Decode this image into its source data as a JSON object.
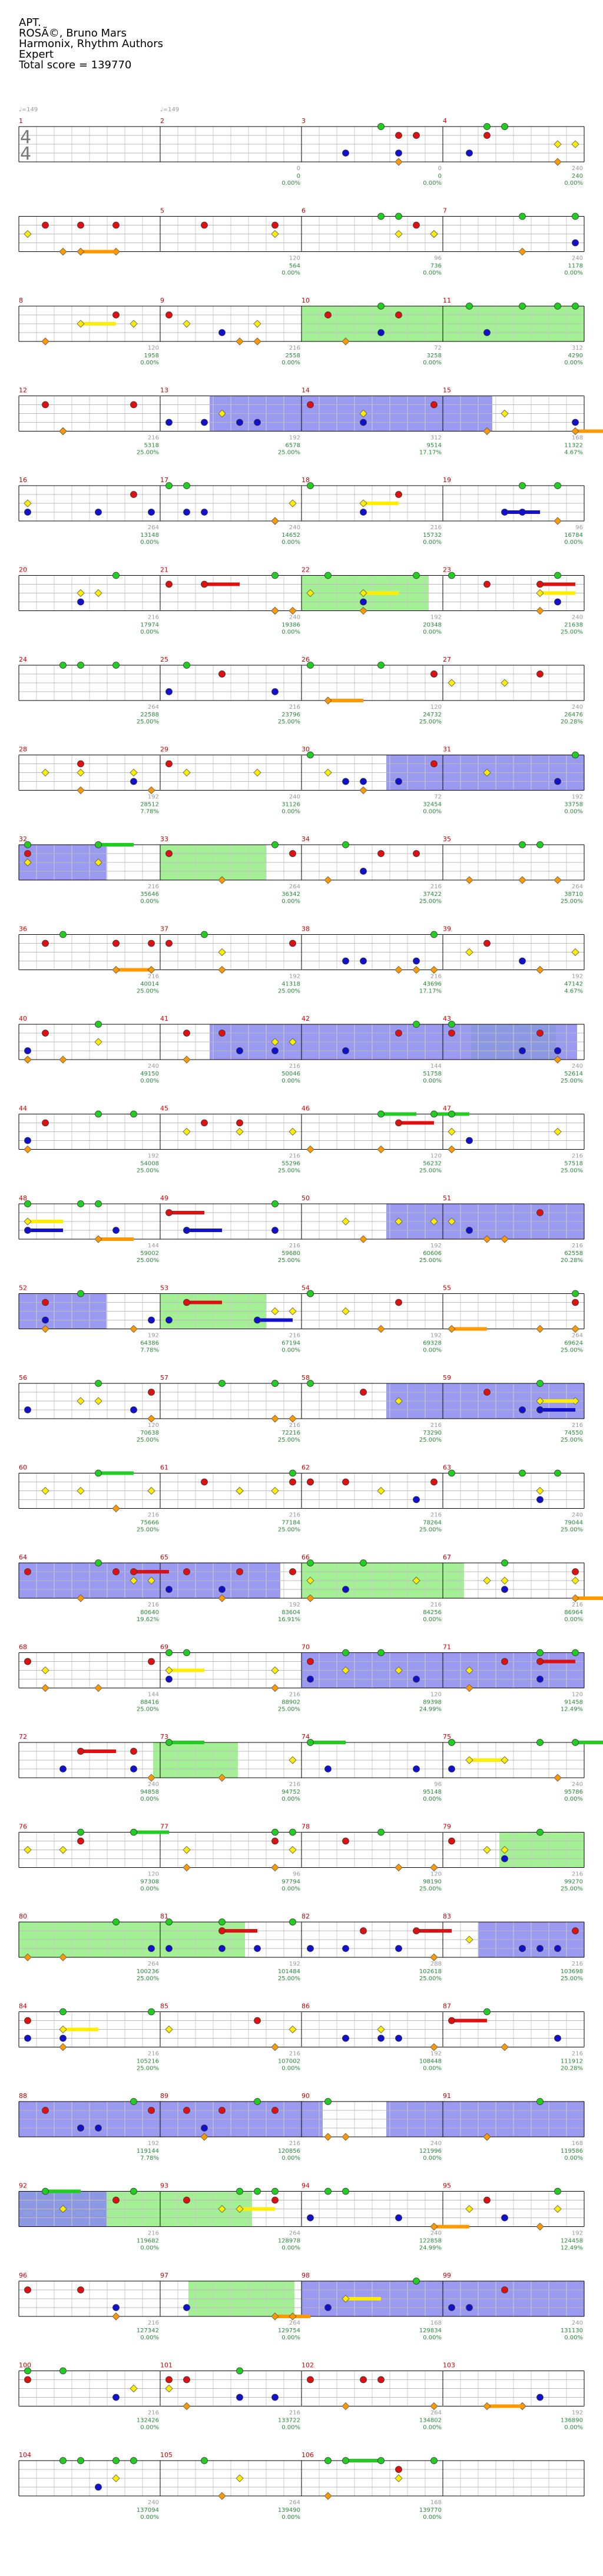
{
  "song": {
    "title": "APT.",
    "artist": "ROSÃ©, Bruno Mars",
    "charter": "Harmonix, Rhythm Authors",
    "difficulty": "Expert",
    "total_score_label": "Total score = 139770"
  },
  "tempo_marks": [
    "♩=149",
    "♩=149"
  ],
  "time_signature": {
    "numerator": "4",
    "denominator": "4"
  },
  "measures": [
    {
      "n": "1",
      "ticks": "",
      "score": "",
      "pct": ""
    },
    {
      "n": "2",
      "ticks": "0",
      "score": "0",
      "pct": "0.00%"
    },
    {
      "n": "3",
      "ticks": "0",
      "score": "0",
      "pct": "0.00%"
    },
    {
      "n": "4",
      "ticks": "240",
      "score": "240",
      "pct": "0.00%"
    },
    {
      "n": "",
      "ticks": "",
      "score": "",
      "pct": ""
    },
    {
      "n": "5",
      "ticks": "120",
      "score": "564",
      "pct": "0.00%"
    },
    {
      "n": "6",
      "ticks": "96",
      "score": "736",
      "pct": "0.00%"
    },
    {
      "n": "7",
      "ticks": "240",
      "score": "1178",
      "pct": "0.00%"
    },
    {
      "n": "8",
      "ticks": "120",
      "score": "1958",
      "pct": "0.00%"
    },
    {
      "n": "9",
      "ticks": "216",
      "score": "2558",
      "pct": "0.00%"
    },
    {
      "n": "10",
      "ticks": "72",
      "score": "3258",
      "pct": "0.00%"
    },
    {
      "n": "11",
      "ticks": "312",
      "score": "4290",
      "pct": "0.00%"
    },
    {
      "n": "12",
      "ticks": "216",
      "score": "5318",
      "pct": "25.00%"
    },
    {
      "n": "13",
      "ticks": "192",
      "score": "6578",
      "pct": "25.00%"
    },
    {
      "n": "14",
      "ticks": "312",
      "score": "9514",
      "pct": "17.17%"
    },
    {
      "n": "15",
      "ticks": "168",
      "score": "11322",
      "pct": "4.67%"
    },
    {
      "n": "16",
      "ticks": "264",
      "score": "13148",
      "pct": "0.00%"
    },
    {
      "n": "17",
      "ticks": "240",
      "score": "14652",
      "pct": "0.00%"
    },
    {
      "n": "18",
      "ticks": "216",
      "score": "15732",
      "pct": "0.00%"
    },
    {
      "n": "19",
      "ticks": "96",
      "score": "16784",
      "pct": "0.00%"
    },
    {
      "n": "20",
      "ticks": "216",
      "score": "17974",
      "pct": "0.00%"
    },
    {
      "n": "21",
      "ticks": "240",
      "score": "19386",
      "pct": "0.00%"
    },
    {
      "n": "22",
      "ticks": "192",
      "score": "20348",
      "pct": "0.00%"
    },
    {
      "n": "23",
      "ticks": "240",
      "score": "21638",
      "pct": "25.00%"
    },
    {
      "n": "24",
      "ticks": "264",
      "score": "22588",
      "pct": "25.00%"
    },
    {
      "n": "25",
      "ticks": "216",
      "score": "23796",
      "pct": "25.00%"
    },
    {
      "n": "26",
      "ticks": "120",
      "score": "24732",
      "pct": "25.00%"
    },
    {
      "n": "27",
      "ticks": "240",
      "score": "26476",
      "pct": "20.28%"
    },
    {
      "n": "28",
      "ticks": "192",
      "score": "28512",
      "pct": "7.78%"
    },
    {
      "n": "29",
      "ticks": "240",
      "score": "31126",
      "pct": "0.00%"
    },
    {
      "n": "30",
      "ticks": "72",
      "score": "32454",
      "pct": "0.00%"
    },
    {
      "n": "31",
      "ticks": "192",
      "score": "33758",
      "pct": "0.00%"
    },
    {
      "n": "32",
      "ticks": "216",
      "score": "35646",
      "pct": "0.00%"
    },
    {
      "n": "33",
      "ticks": "264",
      "score": "36342",
      "pct": "0.00%"
    },
    {
      "n": "34",
      "ticks": "216",
      "score": "37422",
      "pct": "25.00%"
    },
    {
      "n": "35",
      "ticks": "264",
      "score": "38710",
      "pct": "25.00%"
    },
    {
      "n": "36",
      "ticks": "216",
      "score": "40014",
      "pct": "25.00%"
    },
    {
      "n": "37",
      "ticks": "192",
      "score": "41318",
      "pct": "25.00%"
    },
    {
      "n": "38",
      "ticks": "216",
      "score": "43696",
      "pct": "17.17%"
    },
    {
      "n": "39",
      "ticks": "192",
      "score": "47142",
      "pct": "4.67%"
    },
    {
      "n": "40",
      "ticks": "240",
      "score": "49150",
      "pct": "0.00%"
    },
    {
      "n": "41",
      "ticks": "216",
      "score": "50046",
      "pct": "0.00%"
    },
    {
      "n": "42",
      "ticks": "144",
      "score": "51758",
      "pct": "0.00%"
    },
    {
      "n": "43",
      "ticks": "240",
      "score": "52614",
      "pct": "25.00%"
    },
    {
      "n": "44",
      "ticks": "192",
      "score": "54008",
      "pct": "25.00%"
    },
    {
      "n": "45",
      "ticks": "216",
      "score": "55296",
      "pct": "25.00%"
    },
    {
      "n": "46",
      "ticks": "120",
      "score": "56232",
      "pct": "25.00%"
    },
    {
      "n": "47",
      "ticks": "216",
      "score": "57518",
      "pct": "25.00%"
    },
    {
      "n": "48",
      "ticks": "144",
      "score": "59002",
      "pct": "25.00%"
    },
    {
      "n": "49",
      "ticks": "216",
      "score": "59680",
      "pct": "25.00%"
    },
    {
      "n": "50",
      "ticks": "192",
      "score": "60606",
      "pct": "25.00%"
    },
    {
      "n": "51",
      "ticks": "216",
      "score": "62558",
      "pct": "20.28%"
    },
    {
      "n": "52",
      "ticks": "192",
      "score": "64386",
      "pct": "7.78%"
    },
    {
      "n": "53",
      "ticks": "216",
      "score": "67194",
      "pct": "0.00%"
    },
    {
      "n": "54",
      "ticks": "192",
      "score": "69328",
      "pct": "0.00%"
    },
    {
      "n": "55",
      "ticks": "264",
      "score": "69624",
      "pct": "25.00%"
    },
    {
      "n": "56",
      "ticks": "120",
      "score": "70638",
      "pct": "25.00%"
    },
    {
      "n": "57",
      "ticks": "216",
      "score": "72216",
      "pct": "25.00%"
    },
    {
      "n": "58",
      "ticks": "216",
      "score": "73290",
      "pct": "25.00%"
    },
    {
      "n": "59",
      "ticks": "216",
      "score": "74550",
      "pct": "25.00%"
    },
    {
      "n": "60",
      "ticks": "216",
      "score": "75666",
      "pct": "25.00%"
    },
    {
      "n": "61",
      "ticks": "216",
      "score": "77184",
      "pct": "25.00%"
    },
    {
      "n": "62",
      "ticks": "216",
      "score": "78264",
      "pct": "25.00%"
    },
    {
      "n": "63",
      "ticks": "240",
      "score": "79044",
      "pct": "25.00%"
    },
    {
      "n": "64",
      "ticks": "216",
      "score": "80640",
      "pct": "19.62%"
    },
    {
      "n": "65",
      "ticks": "192",
      "score": "83604",
      "pct": "16.91%"
    },
    {
      "n": "66",
      "ticks": "216",
      "score": "84256",
      "pct": "0.00%"
    },
    {
      "n": "67",
      "ticks": "216",
      "score": "86964",
      "pct": "0.00%"
    },
    {
      "n": "68",
      "ticks": "144",
      "score": "88416",
      "pct": "25.00%"
    },
    {
      "n": "69",
      "ticks": "216",
      "score": "88902",
      "pct": "25.00%"
    },
    {
      "n": "70",
      "ticks": "120",
      "score": "89398",
      "pct": "24.99%"
    },
    {
      "n": "71",
      "ticks": "120",
      "score": "91458",
      "pct": "12.49%"
    },
    {
      "n": "72",
      "ticks": "240",
      "score": "94858",
      "pct": "0.00%"
    },
    {
      "n": "73",
      "ticks": "216",
      "score": "94752",
      "pct": "0.00%"
    },
    {
      "n": "74",
      "ticks": "96",
      "score": "95148",
      "pct": "0.00%"
    },
    {
      "n": "75",
      "ticks": "240",
      "score": "95786",
      "pct": "0.00%"
    },
    {
      "n": "76",
      "ticks": "120",
      "score": "97308",
      "pct": "0.00%"
    },
    {
      "n": "77",
      "ticks": "96",
      "score": "97794",
      "pct": "0.00%"
    },
    {
      "n": "78",
      "ticks": "120",
      "score": "98190",
      "pct": "25.00%"
    },
    {
      "n": "79",
      "ticks": "216",
      "score": "99270",
      "pct": "25.00%"
    },
    {
      "n": "80",
      "ticks": "264",
      "score": "100236",
      "pct": "25.00%"
    },
    {
      "n": "81",
      "ticks": "192",
      "score": "101484",
      "pct": "25.00%"
    },
    {
      "n": "82",
      "ticks": "288",
      "score": "102618",
      "pct": "25.00%"
    },
    {
      "n": "83",
      "ticks": "216",
      "score": "103698",
      "pct": "25.00%"
    },
    {
      "n": "84",
      "ticks": "216",
      "score": "105216",
      "pct": "25.00%"
    },
    {
      "n": "85",
      "ticks": "216",
      "score": "107002",
      "pct": "0.00%"
    },
    {
      "n": "86",
      "ticks": "192",
      "score": "108448",
      "pct": "0.00%"
    },
    {
      "n": "87",
      "ticks": "216",
      "score": "111912",
      "pct": "20.28%"
    },
    {
      "n": "88",
      "ticks": "192",
      "score": "119144",
      "pct": "7.78%"
    },
    {
      "n": "89",
      "ticks": "216",
      "score": "120856",
      "pct": "0.00%"
    },
    {
      "n": "90",
      "ticks": "240",
      "score": "121996",
      "pct": "0.00%"
    },
    {
      "n": "91",
      "ticks": "168",
      "score": "119586",
      "pct": "0.00%"
    },
    {
      "n": "92",
      "ticks": "216",
      "score": "119682",
      "pct": "0.00%"
    },
    {
      "n": "93",
      "ticks": "264",
      "score": "128978",
      "pct": "0.00%"
    },
    {
      "n": "94",
      "ticks": "240",
      "score": "122858",
      "pct": "24.99%"
    },
    {
      "n": "95",
      "ticks": "192",
      "score": "124458",
      "pct": "12.49%"
    },
    {
      "n": "96",
      "ticks": "216",
      "score": "127342",
      "pct": "0.00%"
    },
    {
      "n": "97",
      "ticks": "264",
      "score": "129754",
      "pct": "0.00%"
    },
    {
      "n": "98",
      "ticks": "168",
      "score": "129834",
      "pct": "0.00%"
    },
    {
      "n": "99",
      "ticks": "240",
      "score": "131130",
      "pct": "0.00%"
    },
    {
      "n": "100",
      "ticks": "216",
      "score": "132426",
      "pct": "0.00%"
    },
    {
      "n": "101",
      "ticks": "216",
      "score": "133722",
      "pct": "0.00%"
    },
    {
      "n": "102",
      "ticks": "264",
      "score": "134802",
      "pct": "0.00%"
    },
    {
      "n": "103",
      "ticks": "192",
      "score": "136890",
      "pct": "0.00%"
    },
    {
      "n": "104",
      "ticks": "240",
      "score": "137094",
      "pct": "0.00%"
    },
    {
      "n": "105",
      "ticks": "264",
      "score": "139490",
      "pct": "0.00%"
    },
    {
      "n": "106",
      "ticks": "168",
      "score": "139770",
      "pct": "0.00%"
    }
  ],
  "colors": {
    "note_green": "#22cc22",
    "note_red": "#dd1111",
    "note_yellow": "#ffee00",
    "note_blue": "#1111cc",
    "note_orange": "#ff9900",
    "overdrive": "#99ee88",
    "solo": "#8888ee",
    "measure_number": "#cc0000",
    "score_text": "#2a8a3a",
    "tick_text": "#999999",
    "staff_line": "#000000",
    "grid_line": "#cccccc"
  }
}
